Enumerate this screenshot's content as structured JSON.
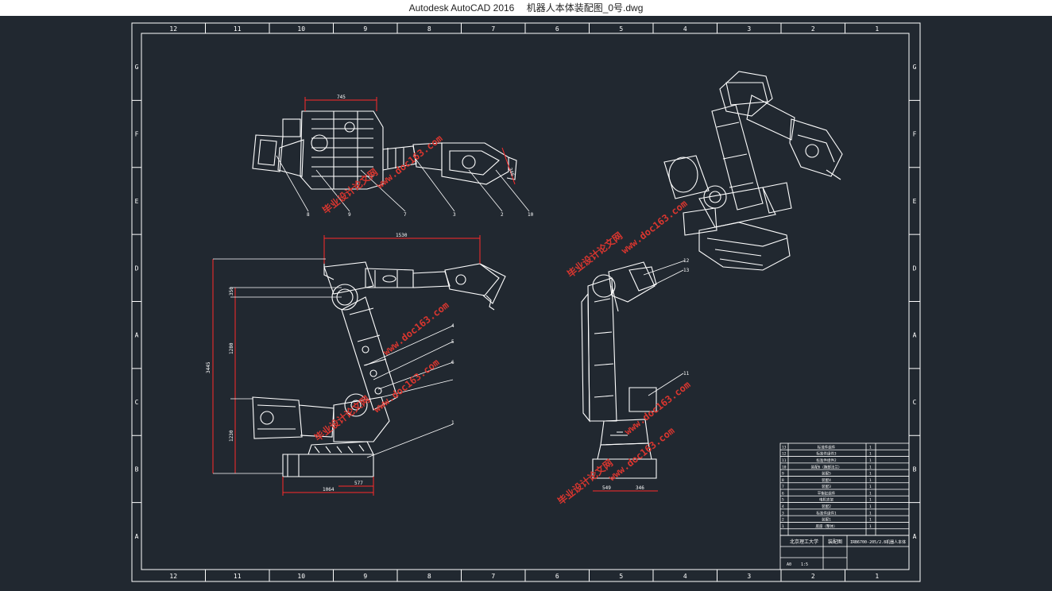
{
  "window": {
    "app_title": "Autodesk AutoCAD 2016",
    "file_title": "机器人本体装配图_0号.dwg"
  },
  "colors": {
    "canvas": "#212830",
    "linework": "#ffffff",
    "dimension": "#ff2a2a",
    "watermark": "#d9362f"
  },
  "drawing": {
    "column_labels": [
      "12",
      "11",
      "10",
      "9",
      "8",
      "7",
      "6",
      "5",
      "4",
      "3",
      "2",
      "1"
    ],
    "row_labels": [
      "G",
      "F",
      "E",
      "D",
      "A",
      "C",
      "B",
      "A"
    ],
    "dimensions": {
      "top_view_width": "745",
      "top_view_tip": "346",
      "side_reach": "1530",
      "side_total_height": "3445",
      "side_upper": "350",
      "side_mid": "1280",
      "side_lower": "1230",
      "side_base_right": "577",
      "side_base_width": "1064",
      "front_left": "549",
      "front_right": "346"
    },
    "top_view_callouts": [
      "8",
      "9",
      "7",
      "3",
      "2",
      "10"
    ],
    "side_view_callouts": [
      "4",
      "5",
      "6",
      "1"
    ],
    "front_view_callouts": [
      "12",
      "13",
      "11"
    ],
    "watermarks": [
      "毕业设计论文网",
      "www.doc163.com"
    ],
    "parts_list": [
      {
        "no": "13",
        "name": "标准件组件",
        "qty": "1"
      },
      {
        "no": "12",
        "name": "标准件组件3",
        "qty": "1"
      },
      {
        "no": "11",
        "name": "标准件组件2",
        "qty": "1"
      },
      {
        "no": "10",
        "name": "装配6（腕部法兰）",
        "qty": "1"
      },
      {
        "no": "9",
        "name": "装配5",
        "qty": "1"
      },
      {
        "no": "8",
        "name": "装配4",
        "qty": "1"
      },
      {
        "no": "7",
        "name": "装配3",
        "qty": "1"
      },
      {
        "no": "6",
        "name": "平衡缸组件",
        "qty": "1"
      },
      {
        "no": "5",
        "name": "电机支架",
        "qty": "1"
      },
      {
        "no": "4",
        "name": "装配2",
        "qty": "1"
      },
      {
        "no": "3",
        "name": "标准件组件1",
        "qty": "1"
      },
      {
        "no": "2",
        "name": "装配1",
        "qty": "1"
      },
      {
        "no": "1",
        "name": "底座（整体）",
        "qty": "1"
      }
    ],
    "title_block": {
      "school": "北京理工大学",
      "drawing_type": "装配图",
      "drawing_title": "IRB6700-205/2.8机器人本体",
      "sheet": "A0",
      "scale": "1:5"
    }
  }
}
